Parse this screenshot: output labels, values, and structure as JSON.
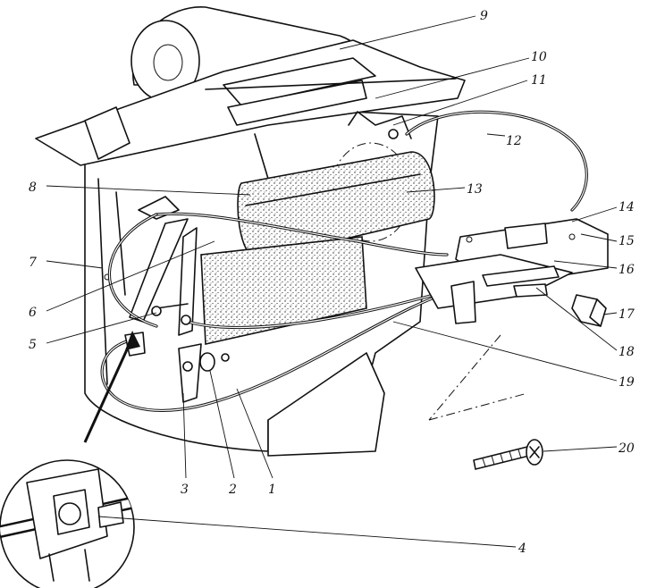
{
  "diagram": {
    "title": "Heater assembly exploded view",
    "callouts": [
      {
        "id": "1",
        "text": "1"
      },
      {
        "id": "2",
        "text": "2"
      },
      {
        "id": "3",
        "text": "3"
      },
      {
        "id": "4",
        "text": "4"
      },
      {
        "id": "5",
        "text": "5"
      },
      {
        "id": "6",
        "text": "6"
      },
      {
        "id": "7",
        "text": "7"
      },
      {
        "id": "8",
        "text": "8"
      },
      {
        "id": "9",
        "text": "9"
      },
      {
        "id": "10",
        "text": "10"
      },
      {
        "id": "11",
        "text": "11"
      },
      {
        "id": "12",
        "text": "12"
      },
      {
        "id": "13",
        "text": "13"
      },
      {
        "id": "14",
        "text": "14"
      },
      {
        "id": "15",
        "text": "15"
      },
      {
        "id": "16",
        "text": "16"
      },
      {
        "id": "17",
        "text": "17"
      },
      {
        "id": "18",
        "text": "18"
      },
      {
        "id": "19",
        "text": "19"
      },
      {
        "id": "20",
        "text": "20"
      }
    ]
  }
}
